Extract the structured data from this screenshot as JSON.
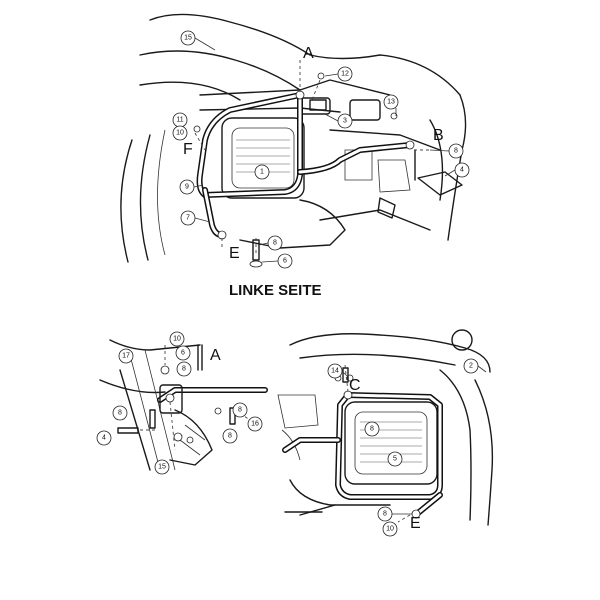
{
  "caption": "LINKE SEITE",
  "main_letters": [
    "A",
    "B",
    "E",
    "F"
  ],
  "main_numbers": [
    "15",
    "12",
    "13",
    "11",
    "10",
    "3",
    "8",
    "4",
    "9",
    "7",
    "8",
    "6",
    "1"
  ],
  "detail_a_letter": "A",
  "detail_a_numbers": [
    "10",
    "6",
    "8",
    "17",
    "8",
    "4",
    "8",
    "8",
    "16",
    "15"
  ],
  "detail_c_letters": [
    "C",
    "E"
  ],
  "detail_c_numbers": [
    "14",
    "8",
    "5",
    "2",
    "8",
    "10"
  ]
}
